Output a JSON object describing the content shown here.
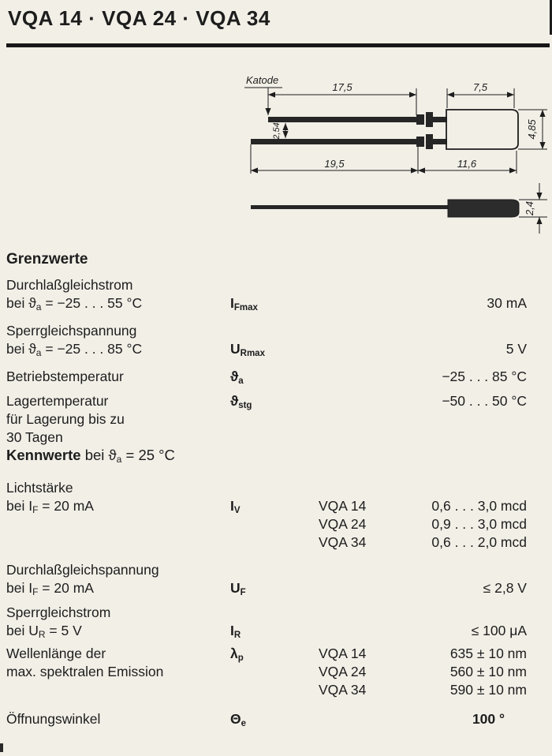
{
  "page": {
    "title": "VQA 14 · VQA 24 · VQA 34"
  },
  "colors": {
    "paper": "#f2efe7",
    "ink": "#1d1d1d"
  },
  "drawing": {
    "katode_label": "Katode",
    "dims": {
      "top_lead": "17,5",
      "body_front": "7,5",
      "lead_pitch": "2,54",
      "body_height": "4,85",
      "bottom_lead": "19,5",
      "body_total": "11,6",
      "side_height": "2,4"
    }
  },
  "grenzwerte": {
    "heading": "Grenzwerte",
    "rows": [
      {
        "name": "Durchlaßgleichstrom",
        "cond_pre": "bei ϑ",
        "cond_sub": "a",
        "cond_post": " = −25 . . . 55 °C",
        "sym_base": "I",
        "sym_sub": "Fmax",
        "value": "30 mA"
      },
      {
        "name": "Sperrgleichspannung",
        "cond_pre": "bei ϑ",
        "cond_sub": "a",
        "cond_post": " = −25 . . . 85 °C",
        "sym_base": "U",
        "sym_sub": "Rmax",
        "value": "5 V"
      },
      {
        "name": "Betriebstemperatur",
        "sym_base": "ϑ",
        "sym_sub": "a",
        "value": "−25 . . . 85  °C"
      },
      {
        "name": "Lagertemperatur",
        "extra1": "für Lagerung bis zu",
        "extra2": "30 Tagen",
        "sym_base": "ϑ",
        "sym_sub": "stg",
        "value": "−50 . . . 50  °C"
      }
    ]
  },
  "kennwerte": {
    "heading_bold": "Kennwerte",
    "heading_pre": " bei ϑ",
    "heading_sub": "a",
    "heading_post": " = 25 °C",
    "rows": [
      {
        "name": "Lichtstärke",
        "cond_pre": "bei I",
        "cond_sub": "F",
        "cond_post": " = 20 mA",
        "sym_base": "I",
        "sym_sub": "V",
        "values": [
          {
            "model": "VQA 14",
            "value": "0,6 . . . 3,0 mcd"
          },
          {
            "model": "VQA 24",
            "value": "0,9 . . . 3,0 mcd"
          },
          {
            "model": "VQA 34",
            "value": "0,6 . . . 2,0 mcd"
          }
        ]
      },
      {
        "name": "Durchlaßgleichspannung",
        "cond_pre": "bei I",
        "cond_sub": "F",
        "cond_post": " = 20 mA",
        "sym_base": "U",
        "sym_sub": "F",
        "value": "≤ 2,8 V"
      },
      {
        "name": "Sperrgleichstrom",
        "cond_pre": "bei U",
        "cond_sub": "R",
        "cond_post": " = 5 V",
        "sym_base": "I",
        "sym_sub": "R",
        "value": "≤ 100 μA"
      },
      {
        "name": "Wellenlänge der",
        "name2": "max. spektralen Emission",
        "sym_base": "λ",
        "sym_sub": "p",
        "values": [
          {
            "model": "VQA 14",
            "value": "635 ± 10 nm"
          },
          {
            "model": "VQA 24",
            "value": "560 ± 10 nm"
          },
          {
            "model": "VQA 34",
            "value": "590 ± 10 nm"
          }
        ]
      },
      {
        "name": "Öffnungswinkel",
        "sym_base": "Θ",
        "sym_sub": "e",
        "value": "100 °"
      }
    ]
  }
}
